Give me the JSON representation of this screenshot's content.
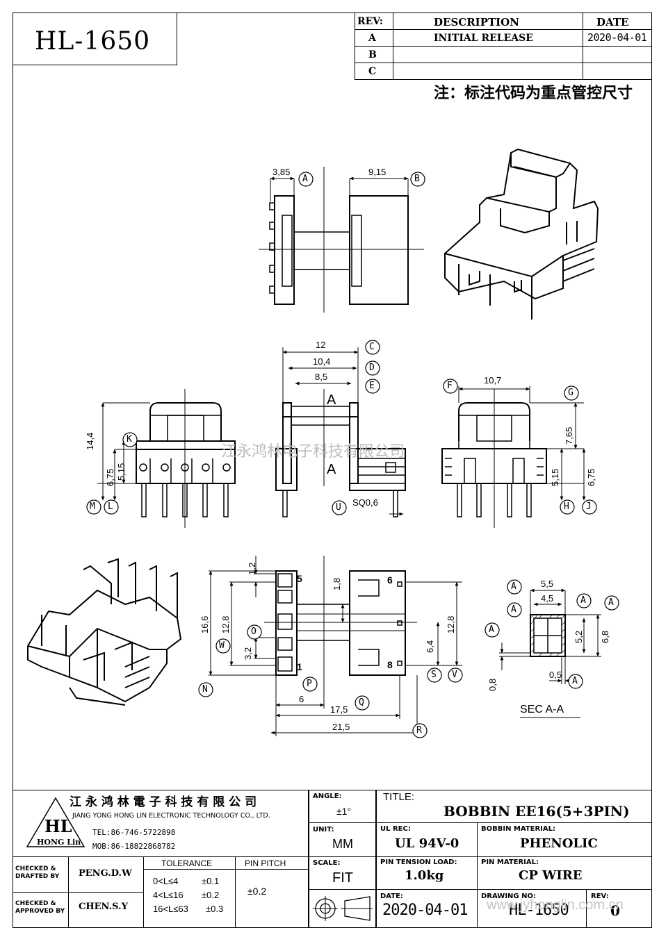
{
  "header": {
    "drawing_code": "HL-1650",
    "rev_table": {
      "col_rev": "REV:",
      "col_desc": "DESCRIPTION",
      "col_date": "DATE",
      "rows": [
        {
          "rev": "A",
          "desc": "INITIAL  RELEASE",
          "date": "2020-04-01"
        },
        {
          "rev": "B",
          "desc": "",
          "date": ""
        },
        {
          "rev": "C",
          "desc": "",
          "date": ""
        }
      ]
    },
    "note": "注：标注代码为重点管控尺寸"
  },
  "drawing": {
    "watermark": "江永鸿林电子科技有限公司",
    "top_view": {
      "dims": [
        "3,85",
        "9,15"
      ],
      "tags": [
        "A",
        "B"
      ]
    },
    "front_view": {
      "dims": [
        "12",
        "10,4",
        "8,5",
        "14,4",
        "5,15",
        "6,75"
      ],
      "tags": [
        "C",
        "D",
        "E",
        "K",
        "M",
        "L"
      ],
      "section_marks": [
        "A",
        "A"
      ]
    },
    "side_view": {
      "dims": [
        "SQ0,6"
      ],
      "tags": [
        "U"
      ]
    },
    "right_view": {
      "dims": [
        "10,7",
        "7,65",
        "5,15",
        "6,75"
      ],
      "tags": [
        "F",
        "G",
        "H",
        "J"
      ]
    },
    "bottom_view": {
      "dims": [
        "1,2",
        "1,8",
        "16,6",
        "12,8",
        "3,2",
        "12,8",
        "6,4",
        "6",
        "17,5",
        "21,5"
      ],
      "tags": [
        "N",
        "W",
        "O",
        "P",
        "Q",
        "R",
        "S",
        "V"
      ],
      "pin_numbers": [
        "5",
        "1",
        "6",
        "8"
      ]
    },
    "section_view": {
      "dims": [
        "5,5",
        "4,5",
        "5,2",
        "6,8",
        "0,8",
        "0,5"
      ],
      "tags": [
        "A",
        "A",
        "A",
        "A",
        "A",
        "A",
        "A"
      ],
      "label": "SEC A-A"
    }
  },
  "title_block": {
    "company_cn": "江 永 鸿 林 電 子 科 技 有 限 公 司",
    "company_en": "JIANG YONG HONG LIN ELECTRONIC TECHNOLOGY CO., LTD.",
    "logo_text": "HL",
    "logo_sub": "HONG Lin",
    "tel": "TEL:86-746-5722898",
    "mob": "MOB:86-18822868782",
    "checked_drafted_label": "CHECKED &\nDRAFTED BY",
    "checked_drafted_name": "PENG.D.W",
    "checked_approved_label": "CHECKED &\nAPPROVED BY",
    "checked_approved_name": "CHEN.S.Y",
    "tolerance_label": "TOLERANCE",
    "tolerance_rows": [
      {
        "range": "0<L≤4",
        "tol": "±0.1"
      },
      {
        "range": "4<L≤16",
        "tol": "±0.2"
      },
      {
        "range": "16<L≤63",
        "tol": "±0.3"
      }
    ],
    "pin_pitch_label": "PIN PITCH",
    "pin_pitch_value": "±0.2",
    "angle_label": "ANGLE:",
    "angle_value": "±1°",
    "unit_label": "UNIT:",
    "unit_value": "MM",
    "scale_label": "SCALE:",
    "scale_value": "FIT",
    "title_label": "TITLE:",
    "title_value": "BOBBIN EE16(5+3PIN)",
    "ul_label": "UL REC:",
    "ul_value": "UL 94V-0",
    "bobbin_material_label": "BOBBIN MATERIAL:",
    "bobbin_material_value": "PHENOLIC",
    "pin_tension_label": "PIN TENSION LOAD:",
    "pin_tension_value": "1.0kg",
    "pin_material_label": "PIN MATERIAL:",
    "pin_material_value": "CP WIRE",
    "date_label": "DATE:",
    "date_value": "2020-04-01",
    "drawing_no_label": "DRAWING NO:",
    "drawing_no_value": "HL-1650",
    "rev_label": "REV:",
    "rev_value": "0",
    "site_watermark": "www.jyhonglin.com.cn"
  },
  "colors": {
    "line": "#000000",
    "watermark": "#bdbdbd"
  }
}
